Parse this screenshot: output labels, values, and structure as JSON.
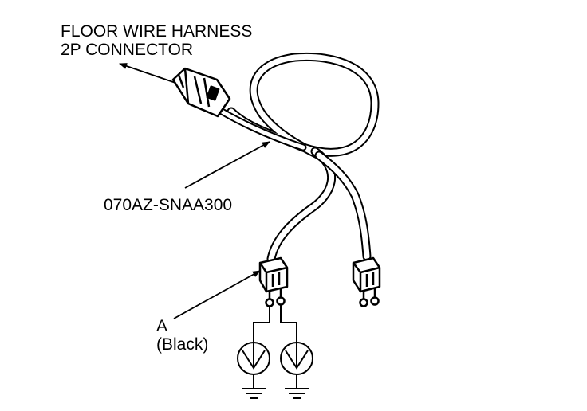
{
  "labels": {
    "harness_line1": "FLOOR WIRE HARNESS",
    "harness_line2": "2P CONNECTOR",
    "part_number": "070AZ-SNAA300",
    "a_line1": "A",
    "a_line2": "(Black)"
  },
  "colors": {
    "ink": "#000000",
    "paper": "#ffffff"
  },
  "icons": [
    "arrow-icon",
    "connector-icon",
    "test-lamp-icon",
    "ground-icon"
  ]
}
